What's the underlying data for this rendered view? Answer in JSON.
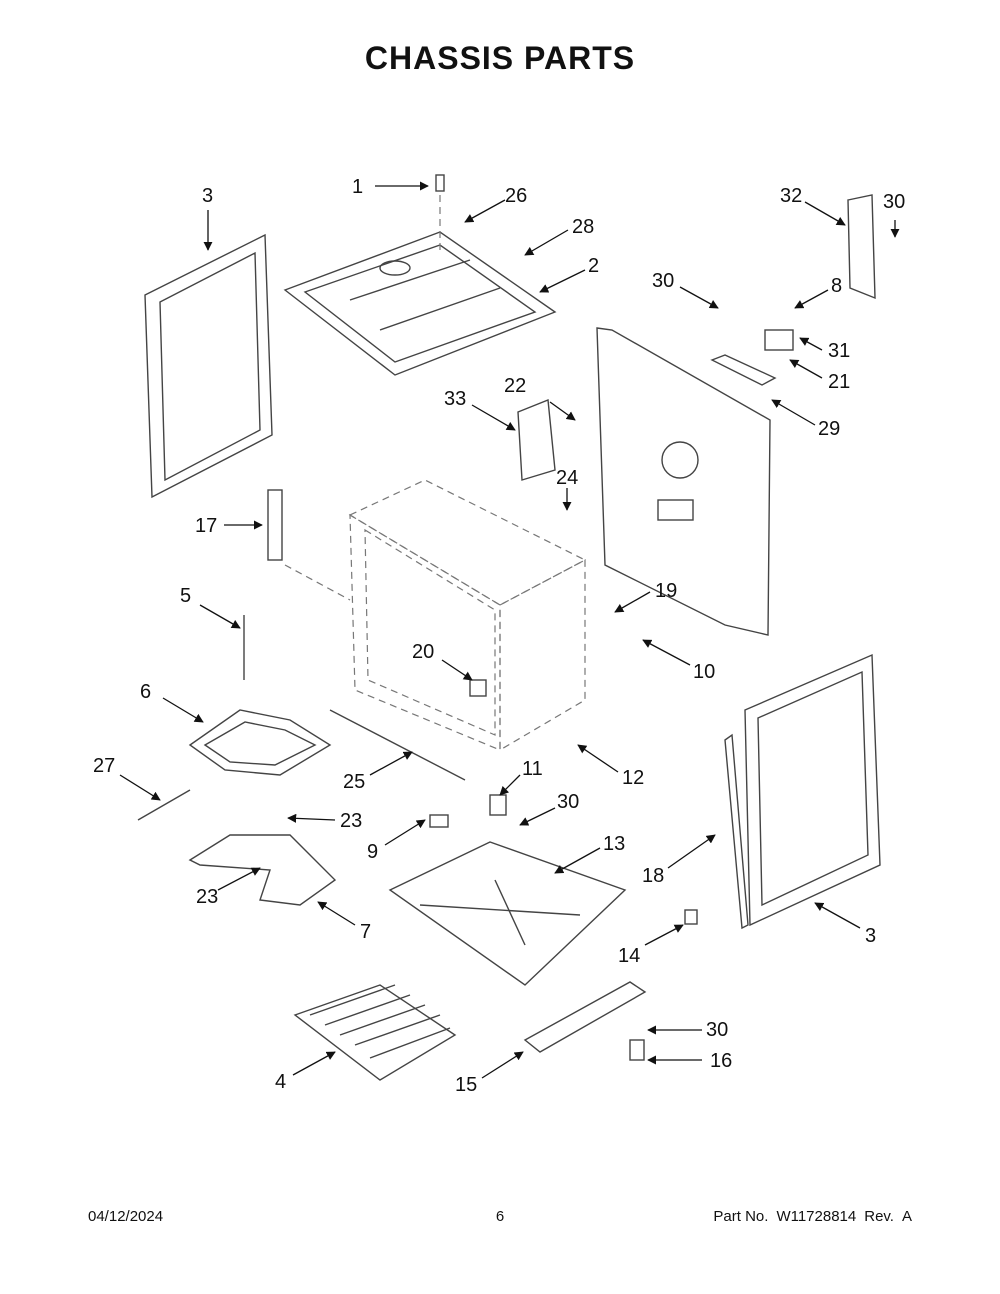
{
  "title": "CHASSIS PARTS",
  "footer": {
    "date": "04/12/2024",
    "page": "6",
    "part_no_label": "Part No.",
    "part_no": "W11728814",
    "rev_label": "Rev.",
    "rev": "A"
  },
  "callouts": [
    "1",
    "26",
    "28",
    "2",
    "3",
    "32",
    "30",
    "30",
    "8",
    "31",
    "21",
    "29",
    "22",
    "33",
    "24",
    "17",
    "5",
    "19",
    "10",
    "20",
    "12",
    "6",
    "27",
    "25",
    "11",
    "30",
    "23",
    "9",
    "13",
    "18",
    "3",
    "23",
    "7",
    "14",
    "30",
    "16",
    "4",
    "15"
  ]
}
